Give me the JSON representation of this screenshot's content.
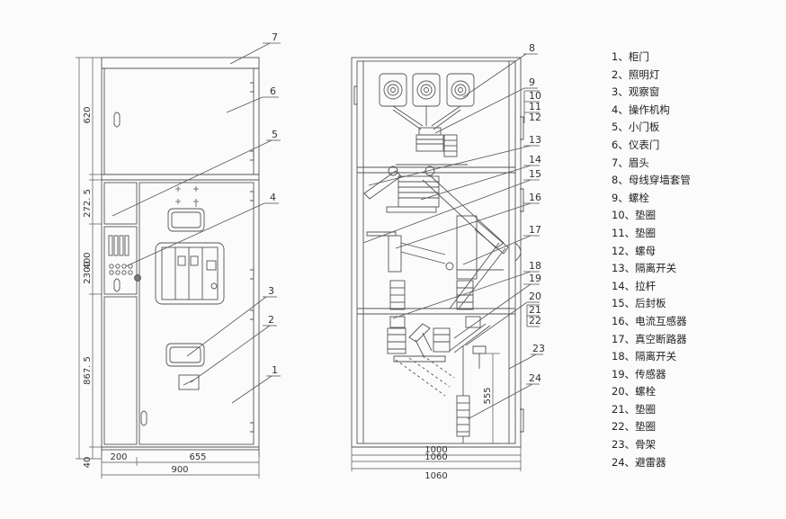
{
  "diagram": {
    "dimensions": {
      "height_total": "2300",
      "h620": "620",
      "h272": "272. 5",
      "h400": "400",
      "h867": "867. 5",
      "h40": "40",
      "w200": "200",
      "w655": "655",
      "w900": "900",
      "w1000": "1000",
      "w1060a": "1060",
      "w1060b": "1060",
      "h555": "555"
    },
    "callouts": {
      "front": [
        "7",
        "6",
        "5",
        "4",
        "3",
        "2",
        "1"
      ],
      "side": [
        "8",
        "9",
        "10",
        "11",
        "12",
        "13",
        "14",
        "15",
        "16",
        "17",
        "18",
        "19",
        "20",
        "21",
        "22",
        "23",
        "24"
      ]
    }
  },
  "legend": [
    "1、柜门",
    "2、照明灯",
    "3、观察窗",
    "4、操作机构",
    "5、小门板",
    "6、仪表门",
    "7、眉头",
    "8、母线穿墙套管",
    "9、螺栓",
    "10、垫圈",
    "11、垫圈",
    "12、螺母",
    "13、隔离开关",
    "14、拉杆",
    "15、后封板",
    "16、电流互感器",
    "17、真空断路器",
    "18、隔离开关",
    "19、传感器",
    "20、螺栓",
    "21、垫圈",
    "22、垫圈",
    "23、骨架",
    "24、避雷器"
  ]
}
